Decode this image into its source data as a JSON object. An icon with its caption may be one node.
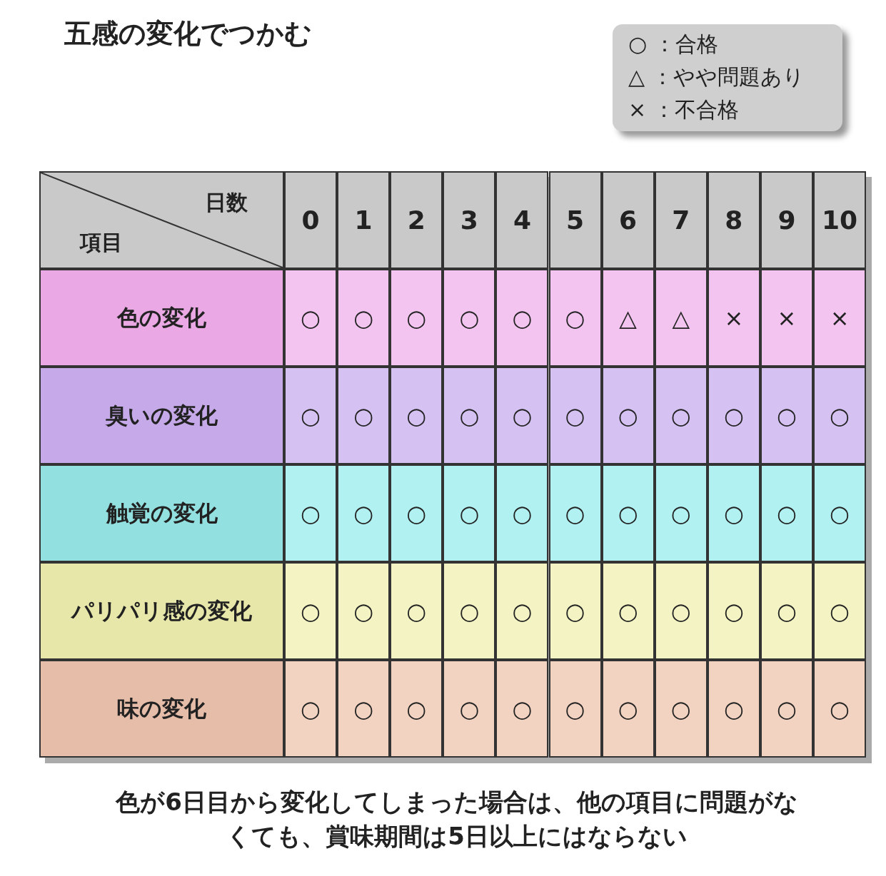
{
  "diagram": {
    "title": "五感の変化でつかむ",
    "caption": "色が6日目から変化してしまった場合は、他の項目に問題がなくても、賞味期間は5日以上にはならない",
    "labels": [
      "日数",
      "項目",
      "0",
      "1",
      "2",
      "3",
      "4",
      "5",
      "6",
      "7",
      "8",
      "9",
      "10",
      "色の変化",
      "○",
      "○",
      "○",
      "○",
      "○",
      "○",
      "△",
      "△",
      "×",
      "×",
      "×",
      "臭いの変化",
      "○",
      "○",
      "○",
      "○",
      "○",
      "○",
      "○",
      "○",
      "○",
      "○",
      "○",
      "触覚の変化",
      "○",
      "○",
      "○",
      "○",
      "○",
      "○",
      "○",
      "○",
      "○",
      "○",
      "○",
      "パリパリ感の変化",
      "○",
      "○",
      "○",
      "○",
      "○",
      "○",
      "○",
      "○",
      "○",
      "○",
      "○",
      "味の変化",
      "○",
      "○",
      "○",
      "○",
      "○",
      "○",
      "○",
      "○",
      "○",
      "○",
      "○"
    ],
    "legend": [
      {
        "text": "○ ：合格"
      },
      {
        "text": "△ ：やや問題あり"
      },
      {
        "text": "× ：不合格"
      }
    ]
  }
}
